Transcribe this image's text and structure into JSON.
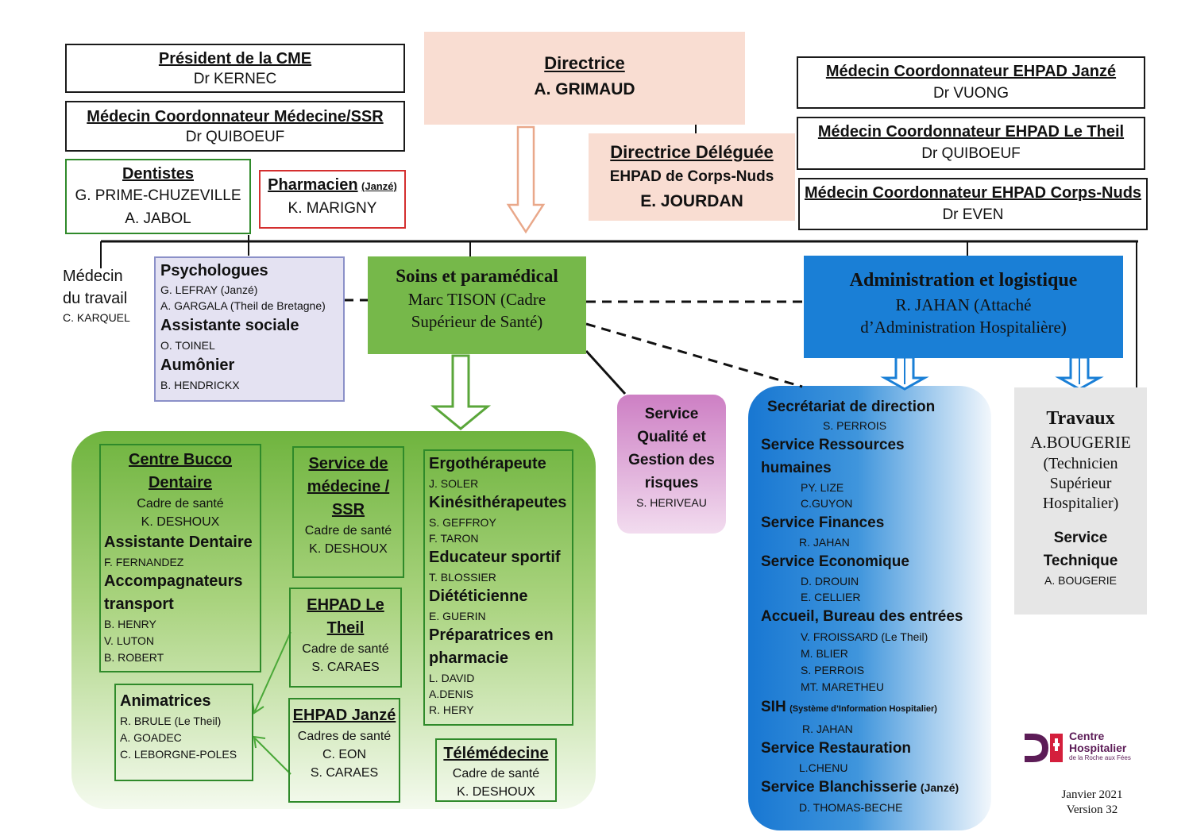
{
  "colors": {
    "directrice_bg": "#f9ddd2",
    "soins_green": "#76b84a",
    "admin_blue": "#1a7fd6",
    "qualite_pink": "#d38fcc",
    "travaux_grey": "#e6e6e6",
    "logo_red": "#d41f3c",
    "logo_purple": "#5c1c57"
  },
  "top_left": {
    "cme": {
      "title": "Président de la CME",
      "name": "Dr KERNEC"
    },
    "medecine_ssr": {
      "title": "Médecin Coordonnateur  Médecine/SSR",
      "name": "Dr QUIBOEUF"
    },
    "dentistes": {
      "title": "Dentistes",
      "names": [
        "G. PRIME-CHUZEVILLE",
        "A. JABOL"
      ]
    },
    "pharmacien": {
      "title": "Pharmacien",
      "suffix": "(Janzé)",
      "name": "K.  MARIGNY"
    }
  },
  "directrice": {
    "title": "Directrice",
    "name": "A. GRIMAUD"
  },
  "deleguee": {
    "title": "Directrice Déléguée",
    "line": "EHPAD de Corps-Nuds",
    "name": "E. JOURDAN"
  },
  "top_right": [
    {
      "title": "Médecin Coordonnateur EHPAD Janzé",
      "name": "Dr VUONG"
    },
    {
      "title": "Médecin Coordonnateur EHPAD Le Theil",
      "name": "Dr QUIBOEUF"
    },
    {
      "title": "Médecin Coordonnateur EHPAD Corps-Nuds",
      "name": "Dr EVEN"
    }
  ],
  "medecin_travail": {
    "line1": "Médecin",
    "line2": "du travail",
    "name": "C. KARQUEL"
  },
  "psy": {
    "psychologues": "Psychologues",
    "psy1": "G. LEFRAY (Janzé)",
    "psy2": "A. GARGALA (Theil de Bretagne)",
    "assistante": "Assistante sociale",
    "assistante_name": "O. TOINEL",
    "aumonier": "Aumônier",
    "aumonier_name": "B. HENDRICKX"
  },
  "soins": {
    "title": "Soins et paramédical",
    "line1": "Marc TISON  (Cadre",
    "line2": "Supérieur de Santé)"
  },
  "admin": {
    "title": "Administration et logistique",
    "line1": "R. JAHAN (Attaché",
    "line2": "d’Administration Hospitalière)"
  },
  "qualite": {
    "lines": [
      "Service",
      "Qualité et",
      "Gestion des",
      "risques"
    ],
    "name": "S. HERIVEAU"
  },
  "bucco": {
    "title1": "Centre Bucco",
    "title2": "Dentaire",
    "cadre": "Cadre de santé",
    "cadre_name": "K. DESHOUX",
    "assistante": "Assistante Dentaire",
    "assistante_name": "F. FERNANDEZ",
    "accomp1": "Accompagnateurs",
    "accomp2": "transport",
    "accomp_names": [
      "B. HENRY",
      "V. LUTON",
      "B. ROBERT"
    ]
  },
  "ssr": {
    "title1": "Service de",
    "title2": "médecine /",
    "title3": "SSR",
    "cadre": "Cadre de santé",
    "name": "K. DESHOUX"
  },
  "theil": {
    "title1": "EHPAD Le",
    "title2": "Theil",
    "cadre": "Cadre de santé",
    "name": "S. CARAES"
  },
  "janze": {
    "title": "EHPAD Janzé",
    "cadre": "Cadres de santé",
    "names": [
      "C. EON",
      "S. CARAES"
    ]
  },
  "animatrices": {
    "title": "Animatrices",
    "names": [
      "R. BRULE  (Le Theil)",
      "A. GOADEC",
      "C. LEBORGNE-POLES"
    ]
  },
  "paramed": [
    {
      "title": "Ergothérapeute",
      "names": [
        "J. SOLER"
      ]
    },
    {
      "title": "Kinésithérapeutes",
      "names": [
        "S. GEFFROY",
        "F. TARON"
      ]
    },
    {
      "title": "Educateur sportif",
      "names": [
        "T. BLOSSIER"
      ]
    },
    {
      "title": "Diététicienne",
      "names": [
        "E. GUERIN"
      ]
    },
    {
      "title": "Préparatrices  en",
      "title2": "pharmacie",
      "names": [
        "L. DAVID",
        "A.DENIS",
        "R. HERY"
      ]
    }
  ],
  "telemedecine": {
    "title": "Télémédecine",
    "cadre": "Cadre de santé",
    "name": "K. DESHOUX"
  },
  "admin_services": {
    "secretariat": "Secrétariat de direction",
    "secretariat_name": "S. PERROIS",
    "rh1": "Service Ressources",
    "rh2": "humaines",
    "rh_names": [
      "PY. LIZE",
      "C.GUYON"
    ],
    "finances": "Service Finances",
    "finances_name": "R. JAHAN",
    "economique": "Service Economique",
    "economique_names": [
      "D. DROUIN",
      "E. CELLIER"
    ],
    "accueil": "Accueil, Bureau des entrées",
    "accueil_names": [
      "V. FROISSARD (Le  Theil)",
      "M. BLIER",
      "S. PERROIS",
      "MT. MARETHEU"
    ],
    "sih": "SIH",
    "sih_detail": "(Système d’Information Hospitalier)",
    "sih_name": "R. JAHAN",
    "restauration": "Service Restauration",
    "restauration_name": "L.CHENU",
    "blanchisserie": "Service Blanchisserie",
    "blanchisserie_suffix": "(Janzé)",
    "blanchisserie_name": "D. THOMAS-BECHE"
  },
  "travaux": {
    "title": "Travaux",
    "name": "A.BOUGERIE",
    "role": [
      "(Technicien",
      "Supérieur",
      "Hospitalier)"
    ],
    "st1": "Service",
    "st2": "Technique",
    "st_name": "A. BOUGERIE"
  },
  "logo": {
    "line1": "Centre",
    "line2": "Hospitalier",
    "line3": "de la Roche aux Fées"
  },
  "footer": {
    "date": "Janvier 2021",
    "version": "Version 32"
  }
}
